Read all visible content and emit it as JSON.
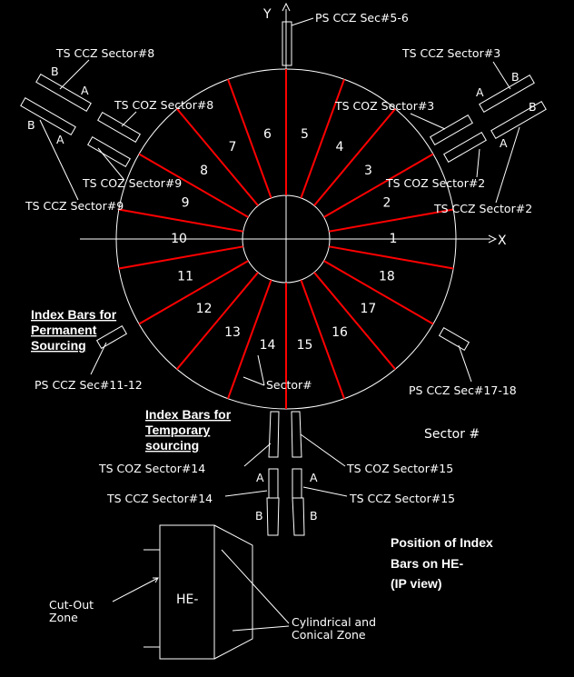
{
  "axes": {
    "x_label": "X",
    "y_label": "Y"
  },
  "sectors": [
    "1",
    "2",
    "3",
    "4",
    "5",
    "6",
    "7",
    "8",
    "9",
    "10",
    "11",
    "12",
    "13",
    "14",
    "15",
    "16",
    "17",
    "18"
  ],
  "labels": {
    "ps_sec5_6": "PS CCZ Sec#5-6",
    "ts_ccz_sec8": "TS CCZ Sector#8",
    "ts_coz_sec8": "TS COZ Sector#8",
    "ts_coz_sec9": "TS COZ Sector#9",
    "ts_ccz_sec9": "TS CCZ Sector#9",
    "ts_ccz_sec3": "TS CCZ Sector#3",
    "ts_coz_sec3": "TS COZ Sector#3",
    "ts_coz_sec2": "TS COZ Sector#2",
    "ts_ccz_sec2": "TS CCZ Sector#2",
    "ps_sec11_12": "PS CCZ Sec#11-12",
    "ps_sec17_18": "PS CCZ Sec#17-18",
    "sector_hash_pointer": "Sector#",
    "sector_hash": "Sector #",
    "ts_coz_sec14": "TS COZ Sector#14",
    "ts_ccz_sec14": "TS CCZ Sector#14",
    "ts_coz_sec15": "TS COZ Sector#15",
    "ts_ccz_sec15": "TS CCZ Sector#15",
    "bar_a": "A",
    "bar_b": "B"
  },
  "headings": {
    "permanent": [
      "Index Bars for",
      "Permanent",
      "Sourcing"
    ],
    "temporary": [
      "Index Bars for",
      "Temporary",
      "sourcing"
    ],
    "position": [
      "Position of Index",
      "Bars on HE-",
      "(IP view)"
    ]
  },
  "he": {
    "title": "HE-",
    "cutout": [
      "Cut-Out",
      "Zone"
    ],
    "cyl": [
      "Cylindrical and",
      "Conical Zone"
    ]
  },
  "colors": {
    "background": "#000000",
    "line": "#ffffff",
    "sector_divider": "#ff0000"
  }
}
